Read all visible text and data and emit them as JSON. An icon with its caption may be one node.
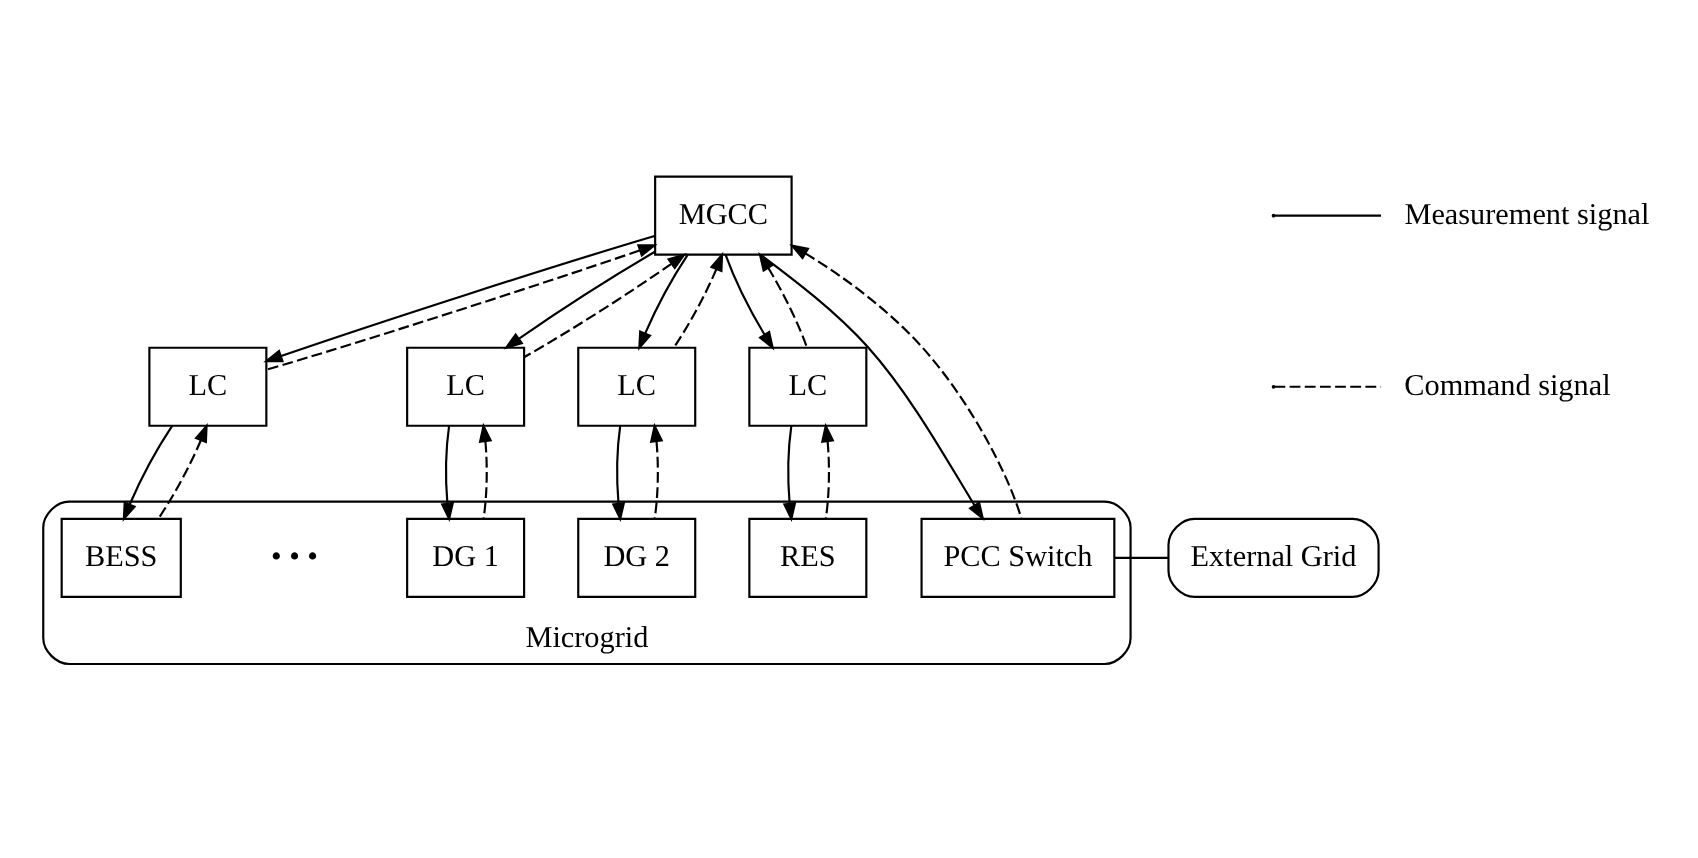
{
  "diagram": {
    "nodes": [
      {
        "text": [
          "MGCC"
        ]
      },
      {
        "text": [
          "LC"
        ]
      },
      {
        "text": [
          "LC"
        ]
      },
      {
        "text": [
          "LC"
        ]
      },
      {
        "text": [
          "LC"
        ]
      },
      {
        "text": [
          "External Grid"
        ]
      },
      {
        "text": [
          "Microgrid"
        ]
      },
      {
        "text": [
          "PCC Switch"
        ],
        "in": 6
      },
      {
        "text": [
          "BESS"
        ],
        "in": 6
      },
      {
        "text": [
          "DG 1"
        ],
        "in": 6
      },
      {
        "text": [
          "DG 2"
        ],
        "in": 6
      },
      {
        "text": [
          "RES"
        ],
        "in": 6
      }
    ],
    "edges": [
      {
        "from": 0,
        "to": 7,
        "arrow": "to"
      },
      {
        "from": 7,
        "to": 0,
        "arrow": "to",
        "style": "dashed"
      },
      {
        "from": 0,
        "to": 1,
        "arrow": "to"
      },
      {
        "from": 1,
        "to": 0,
        "arrow": "to",
        "style": "dashed"
      },
      {
        "from": 0,
        "to": 2,
        "arrow": "to"
      },
      {
        "from": 2,
        "to": 0,
        "arrow": "to",
        "style": "dashed"
      },
      {
        "from": 0,
        "to": 3,
        "arrow": "to"
      },
      {
        "from": 3,
        "to": 0,
        "arrow": "to",
        "style": "dashed"
      },
      {
        "from": 0,
        "to": 4,
        "arrow": "to"
      },
      {
        "from": 4,
        "to": 0,
        "arrow": "to",
        "style": "dashed"
      },
      {
        "from": 1,
        "to": 8,
        "arrow": "to"
      },
      {
        "from": 8,
        "to": 1,
        "arrow": "to",
        "style": "dashed"
      },
      {
        "from": 2,
        "to": 9,
        "arrow": "to"
      },
      {
        "from": 9,
        "to": 2,
        "arrow": "to",
        "style": "dashed"
      },
      {
        "from": 3,
        "to": 10,
        "arrow": "to"
      },
      {
        "from": 10,
        "to": 3,
        "arrow": "to",
        "style": "dashed"
      },
      {
        "from": 4,
        "to": 11,
        "arrow": "to"
      },
      {
        "from": 11,
        "to": 4,
        "arrow": "to",
        "style": "dashed"
      },
      {
        "from": 5,
        "to": 7,
        "arrow": "none"
      }
    ],
    "labels": [
      "• • •"
    ],
    "legend": [
      {
        "text": "Measurement signal"
      },
      {
        "text": "Command signal"
      }
    ]
  }
}
